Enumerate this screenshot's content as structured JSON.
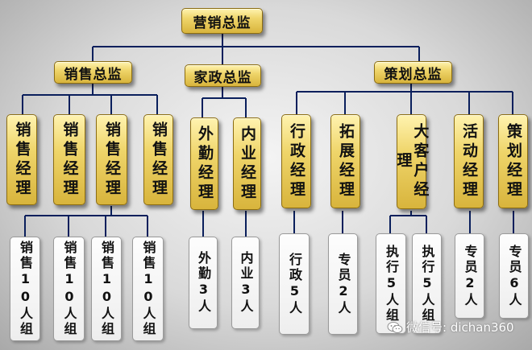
{
  "diagram": {
    "root": "营销总监",
    "level2": [
      "销售总监",
      "家政总监",
      "策划总监"
    ],
    "managers": [
      "销售经理",
      "销售经理",
      "销售经理",
      "销售经理",
      "外勤经理",
      "内业经理",
      "行政经理",
      "拓展经理",
      "大客户经理",
      "活动经理",
      "策划经理"
    ],
    "units": [
      "销售10人组",
      "销售10人组",
      "销售10人组",
      "销售10人组",
      "外勤3人",
      "内业3人",
      "行政5人",
      "专员2人",
      "执行5人组",
      "执行5人组",
      "专员2人",
      "专员6人"
    ]
  },
  "watermark": {
    "text": "微信号: dichan360",
    "icon": "wechat-icon"
  }
}
